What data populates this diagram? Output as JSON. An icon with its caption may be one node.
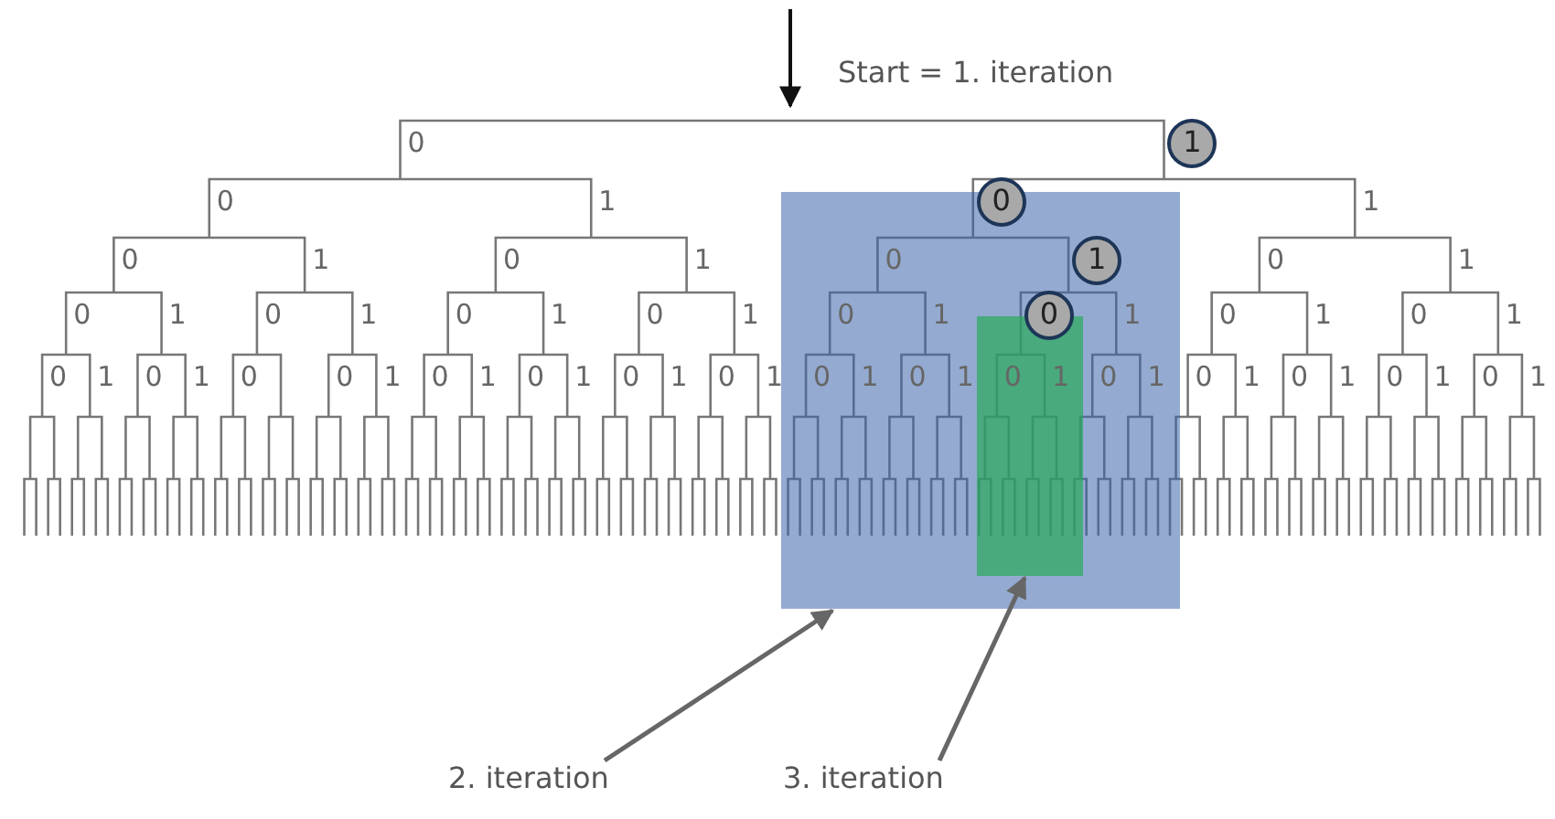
{
  "diagram": {
    "nodes": [
      {
        "text": [
          "1"
        ]
      },
      {
        "text": [
          "0"
        ]
      },
      {
        "text": [],
        "shape": "box"
      },
      {
        "text": [
          "1"
        ],
        "in": 2
      },
      {
        "text": [
          "0"
        ],
        "in": 2
      },
      {
        "text": [],
        "shape": "box",
        "in": 2
      },
      {
        "text": [
          "2. iteration"
        ]
      },
      {
        "text": [
          "3. iteration"
        ]
      }
    ],
    "edges": [
      {
        "from": 6,
        "to": 2,
        "arrow": "to"
      },
      {
        "from": 7,
        "to": 5,
        "arrow": "to"
      }
    ],
    "labels": [
      "Start = 1. iteration",
      "0",
      "0",
      "1",
      "1",
      "0",
      "1",
      "0",
      "1",
      "0",
      "0",
      "1",
      "0",
      "1",
      "0",
      "1",
      "0",
      "1",
      "0",
      "1",
      "0",
      "1",
      "1",
      "0",
      "1",
      "0",
      "1",
      "0",
      "1",
      "0",
      "1",
      "0",
      "0",
      "1",
      "0",
      "1",
      "0",
      "1",
      "0",
      "1",
      "0",
      "1",
      "0",
      "1",
      "0",
      "1",
      "0",
      "1",
      "0",
      "1",
      "0",
      "1",
      "0",
      "1",
      "0",
      "1",
      "0",
      "1"
    ]
  }
}
